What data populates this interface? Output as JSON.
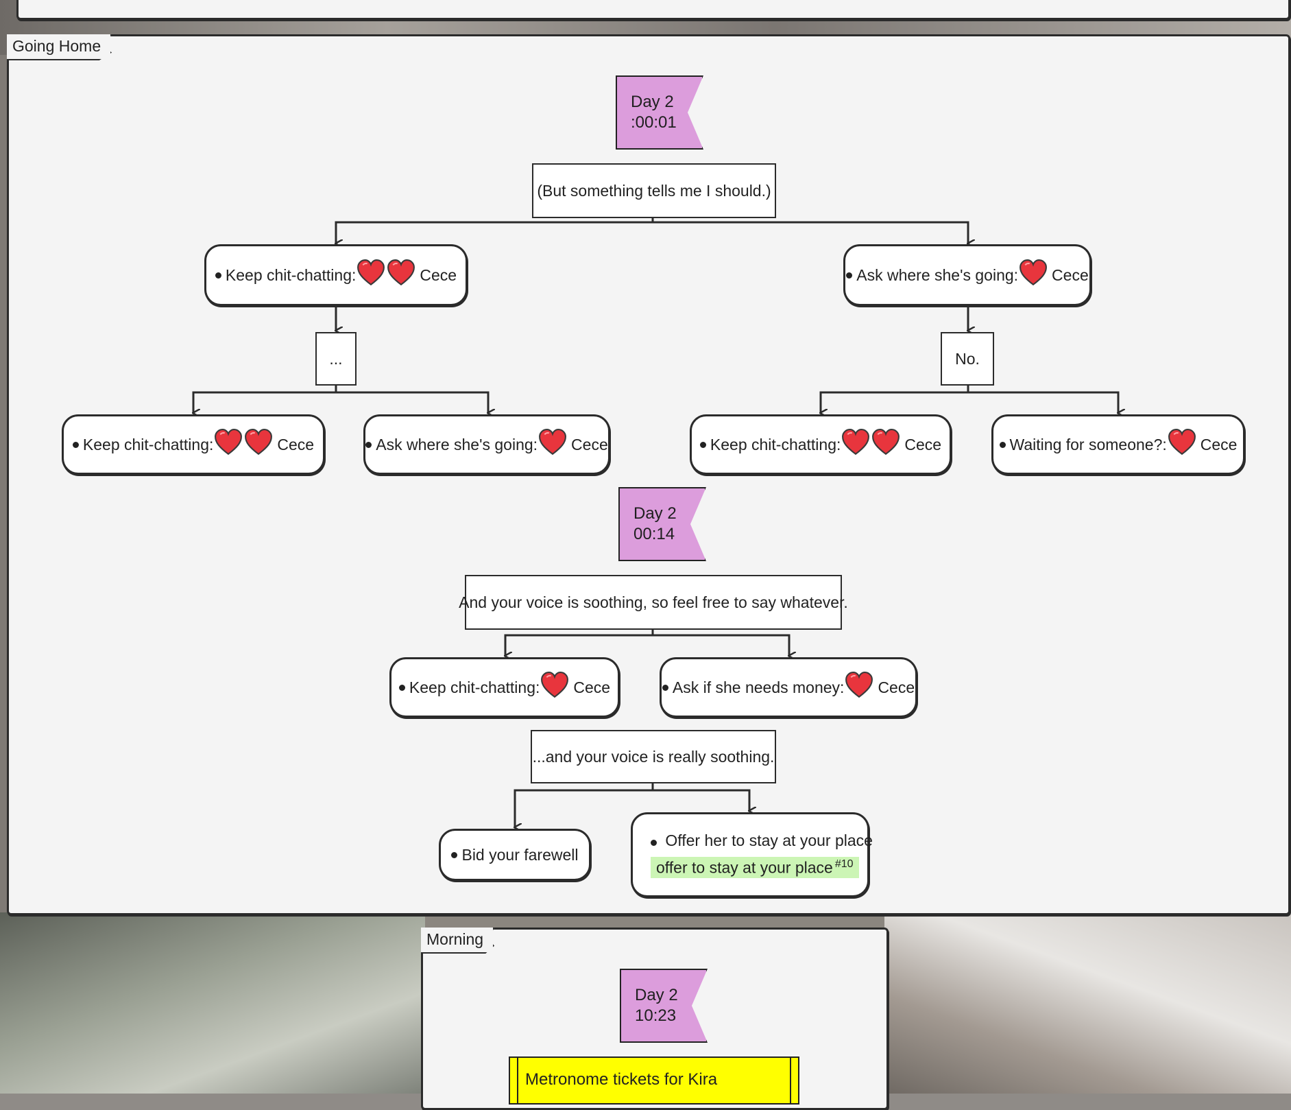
{
  "sections": {
    "going_home": {
      "label": "Going Home"
    },
    "morning": {
      "label": "Morning"
    }
  },
  "flags": [
    {
      "day": "Day 2",
      "time": ":00:01"
    },
    {
      "day": "Day 2",
      "time": "00:14"
    },
    {
      "day": "Day 2",
      "time": "10:23"
    }
  ],
  "dialogue": {
    "d1": "(But something tells me I should.)",
    "d2": "...",
    "d3": "No.",
    "d4": "And your voice is soothing, so feel free to say whatever.",
    "d5": "...and your voice is really soothing."
  },
  "choices": {
    "c1": {
      "label": "Keep chit-chatting:",
      "hearts": 2,
      "character": "Cece"
    },
    "c2": {
      "label": "Ask where she's going:",
      "hearts": 1,
      "character": "Cece"
    },
    "c3": {
      "label": "Keep chit-chatting:",
      "hearts": 2,
      "character": "Cece"
    },
    "c4": {
      "label": "Ask where she's going:",
      "hearts": 1,
      "character": "Cece"
    },
    "c5": {
      "label": "Keep chit-chatting:",
      "hearts": 2,
      "character": "Cece"
    },
    "c6": {
      "label": "Waiting for someone?:",
      "hearts": 1,
      "character": "Cece"
    },
    "c7": {
      "label": "Keep chit-chatting:",
      "hearts": 1,
      "character": "Cece"
    },
    "c8": {
      "label": "Ask if she needs money:",
      "hearts": 1,
      "character": "Cece"
    },
    "c9": {
      "label": "Bid your farewell"
    },
    "c10": {
      "label": "Offer her to stay at your place",
      "highlight": "offer to stay at your place",
      "marker": "#10"
    }
  },
  "note": {
    "text": "Metronome tickets for Kira"
  },
  "colors": {
    "flag": "#dc9ddc",
    "heart": "#e8353d",
    "highlight": "#ccf5b5",
    "note": "#ffff00"
  }
}
